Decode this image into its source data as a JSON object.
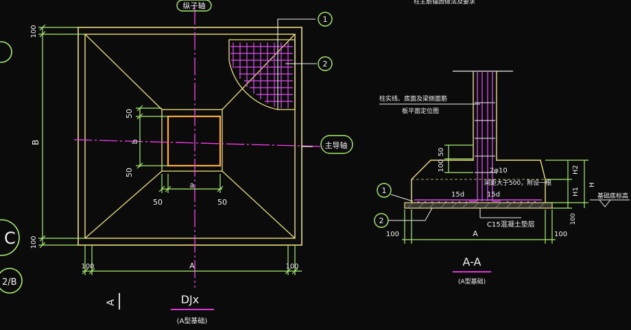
{
  "plan": {
    "title": "DJx",
    "subtitle": "(A型基础)",
    "axis_label_vertical": "纵子轴",
    "axis_label_horizontal": "主导轴",
    "dim_width": "A",
    "dim_height": "B",
    "dim_col_width": "a",
    "dim_col_height": "b",
    "dim_50_top": "50",
    "dim_50_bottom": "50",
    "dim_50_left": "50",
    "dim_50_right": "50",
    "dim_100_top": "100",
    "dim_100_bottom": "100",
    "dim_100_left": "100",
    "dim_100_right": "100",
    "callout_1": "1",
    "callout_2": "2",
    "section_mark": "A"
  },
  "section": {
    "title": "A-A",
    "subtitle": "(A型基础)",
    "top_note": "柱主筋锚固做法及要求",
    "note_line1": "柱实线、底面及梁侧面筋",
    "note_line2": "板平面定位图",
    "rebar_note1": "2φ10",
    "rebar_note2": "间距大于500，附设一根",
    "anchor_left": "15d",
    "anchor_right": "15d",
    "dim_50": "50",
    "dim_100_upper": "100",
    "dim_100_base": "100",
    "dim_100_left": "100",
    "dim_100_right": "100",
    "dim_A": "A",
    "dim_H": "H",
    "dim_H1": "H1",
    "dim_H2": "H2",
    "base_label": "基础底标高",
    "cushion_label": "C15混凝土垫层",
    "callout_1": "1",
    "callout_2": "2"
  },
  "left_edge": {
    "bubble_c": "C",
    "bubble_2b": "2/B"
  },
  "colors": {
    "background": "#0b0b0c",
    "outline": "#f0e27a",
    "dimension": "#a8f06a",
    "centerline": "#ff3df0",
    "rebar": "#e04cf0",
    "white_text": "#f2f2f2",
    "accent_cyan": "#7ae8ff"
  }
}
